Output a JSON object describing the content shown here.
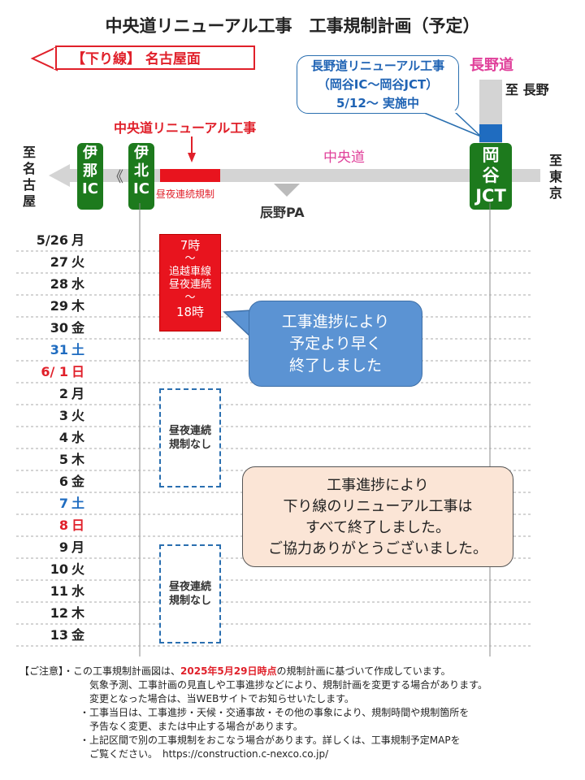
{
  "title": "中央道リニューアル工事　工事規制計画（予定）",
  "direction": {
    "label": "【下り線】 名古屋面"
  },
  "nagano_road": {
    "label": "長野道",
    "to": "至 長野"
  },
  "callout_top": {
    "line1": "長野道リニューアル工事",
    "line2": "（岡谷IC～岡谷JCT）",
    "line3": "5/12～ 実施中"
  },
  "road": {
    "chuo_label": "中央道",
    "to_left": "至名古屋",
    "to_right": "至東京",
    "interchanges": [
      {
        "line1": "伊",
        "line2": "那",
        "line3": "IC"
      },
      {
        "line1": "伊",
        "line2": "北",
        "line3": "IC"
      },
      {
        "line1": "岡",
        "line2": "谷",
        "line3": "JCT"
      }
    ],
    "pa_label": "辰野PA",
    "work_label": "中央道リニューアル工事",
    "work_bar_label": "昼夜連続規制"
  },
  "dates": [
    {
      "date": "5/26",
      "dow": "月",
      "color": "#222222"
    },
    {
      "date": "27",
      "dow": "火",
      "color": "#222222"
    },
    {
      "date": "28",
      "dow": "水",
      "color": "#222222"
    },
    {
      "date": "29",
      "dow": "木",
      "color": "#222222"
    },
    {
      "date": "30",
      "dow": "金",
      "color": "#222222"
    },
    {
      "date": "31",
      "dow": "土",
      "color": "#1f6cc0"
    },
    {
      "date": "6/ 1",
      "dow": "日",
      "color": "#e0202a"
    },
    {
      "date": "2",
      "dow": "月",
      "color": "#222222"
    },
    {
      "date": "3",
      "dow": "火",
      "color": "#222222"
    },
    {
      "date": "4",
      "dow": "水",
      "color": "#222222"
    },
    {
      "date": "5",
      "dow": "木",
      "color": "#222222"
    },
    {
      "date": "6",
      "dow": "金",
      "color": "#222222"
    },
    {
      "date": "7",
      "dow": "土",
      "color": "#1f6cc0"
    },
    {
      "date": "8",
      "dow": "日",
      "color": "#e0202a"
    },
    {
      "date": "9",
      "dow": "月",
      "color": "#222222"
    },
    {
      "date": "10",
      "dow": "火",
      "color": "#222222"
    },
    {
      "date": "11",
      "dow": "水",
      "color": "#222222"
    },
    {
      "date": "12",
      "dow": "木",
      "color": "#222222"
    },
    {
      "date": "13",
      "dow": "金",
      "color": "#222222"
    }
  ],
  "regulation": {
    "start": "7時",
    "tilde1": "～",
    "mid1": "追越車線",
    "mid2": "昼夜連続",
    "tilde2": "～",
    "end": "18時"
  },
  "no_regulation": {
    "line1": "昼夜連続",
    "line2": "規制なし"
  },
  "blue_callout": {
    "line1": "工事進捗により",
    "line2": "予定より早く",
    "line3": "終了しました"
  },
  "peach_callout": {
    "line1": "工事進捗により",
    "line2": "下り線のリニューアル工事は",
    "line3": "すべて終了しました。",
    "line4": "ご協力ありがとうございました。"
  },
  "notes": {
    "heading": "【ご注意】",
    "n1_pre": "・この工事規制計画図は、",
    "n1_hl": "2025年5月29日時点",
    "n1_post": "の規制計画に基づいて作成しています。",
    "n1_l2": "気象予測、工事計画の見直しや工事進捗などにより、規制計画を変更する場合があります。",
    "n1_l3": "変更となった場合は、当WEBサイトでお知らせいたします。",
    "n2_l1": "・工事当日は、工事進捗・天候・交通事故・その他の事象により、規制時間や規制箇所を",
    "n2_l2": "予告なく変更、または中止する場合があります。",
    "n3_l1": "・上記区間で別の工事規制をおこなう場合があります。詳しくは、工事規制予定MAPを",
    "n3_l2": "ご覧ください。　https://construction.c-nexco.co.jp/"
  },
  "colors": {
    "ic_green": "#1d7a1d",
    "work_red": "#e8141e",
    "accent_blue": "#1f6cc0",
    "accent_pink": "#e0409a"
  }
}
